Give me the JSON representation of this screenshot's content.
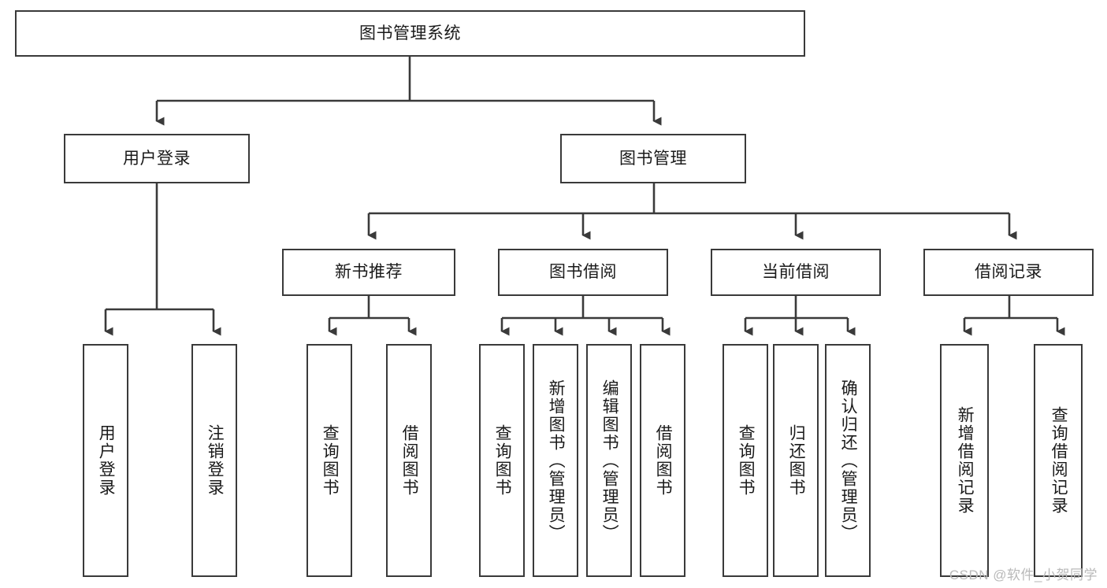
{
  "diagram": {
    "type": "tree-hierarchy",
    "title": "图书管理系统",
    "watermark": "CSDN @软件_小贺同学",
    "colors": {
      "stroke": "#3a3a3a",
      "fill": "#ffffff",
      "text": "#1a1a1a",
      "watermark": "#b9b9b9"
    },
    "nodes": {
      "root": {
        "label": "图书管理系统"
      },
      "level2": [
        {
          "id": "user-login",
          "label": "用户登录"
        },
        {
          "id": "book-manage",
          "label": "图书管理"
        }
      ],
      "level3": [
        {
          "id": "new-book-recommend",
          "label": "新书推荐"
        },
        {
          "id": "book-borrow",
          "label": "图书借阅"
        },
        {
          "id": "current-borrow",
          "label": "当前借阅"
        },
        {
          "id": "borrow-record",
          "label": "借阅记录"
        }
      ],
      "leaves": {
        "user-login": [
          {
            "id": "leaf-user-login",
            "label": "用户登录"
          },
          {
            "id": "leaf-user-logout",
            "label": "注销登录"
          }
        ],
        "new-book-recommend": [
          {
            "id": "leaf-query-book-1",
            "label": "查询图书"
          },
          {
            "id": "leaf-borrow-book-1",
            "label": "借阅图书"
          }
        ],
        "book-borrow": [
          {
            "id": "leaf-query-book-2",
            "label": "查询图书"
          },
          {
            "id": "leaf-add-book",
            "label": "新增图书（管理员）"
          },
          {
            "id": "leaf-edit-book",
            "label": "编辑图书（管理员）"
          },
          {
            "id": "leaf-borrow-book-2",
            "label": "借阅图书"
          }
        ],
        "current-borrow": [
          {
            "id": "leaf-query-book-3",
            "label": "查询图书"
          },
          {
            "id": "leaf-return-book",
            "label": "归还图书"
          },
          {
            "id": "leaf-confirm-return",
            "label": "确认归还（管理员）"
          }
        ],
        "borrow-record": [
          {
            "id": "leaf-add-record",
            "label": "新增借阅记录"
          },
          {
            "id": "leaf-query-record",
            "label": "查询借阅记录"
          }
        ]
      }
    }
  }
}
